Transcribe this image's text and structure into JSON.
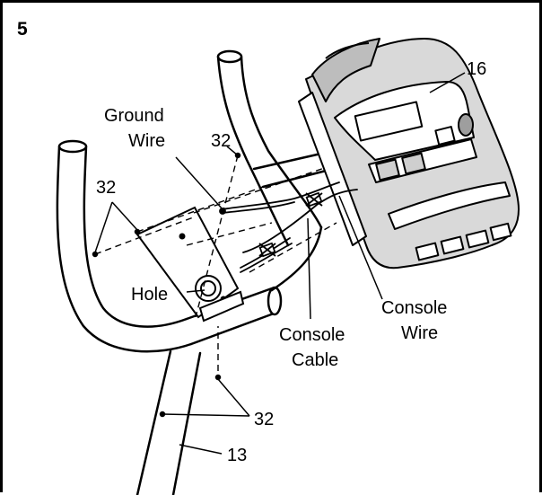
{
  "step_number": "5",
  "labels": {
    "ground_wire_line1": "Ground",
    "ground_wire_line2": "Wire",
    "screw_top": "32",
    "screw_left": "32",
    "screw_bottom": "32",
    "console": "16",
    "hole": "Hole",
    "console_cable_line1": "Console",
    "console_cable_line2": "Cable",
    "console_wire_line1": "Console",
    "console_wire_line2": "Wire",
    "frame": "13"
  },
  "colors": {
    "ink": "#000000",
    "paper": "#ffffff",
    "console_fill": "#d9d9d9"
  }
}
